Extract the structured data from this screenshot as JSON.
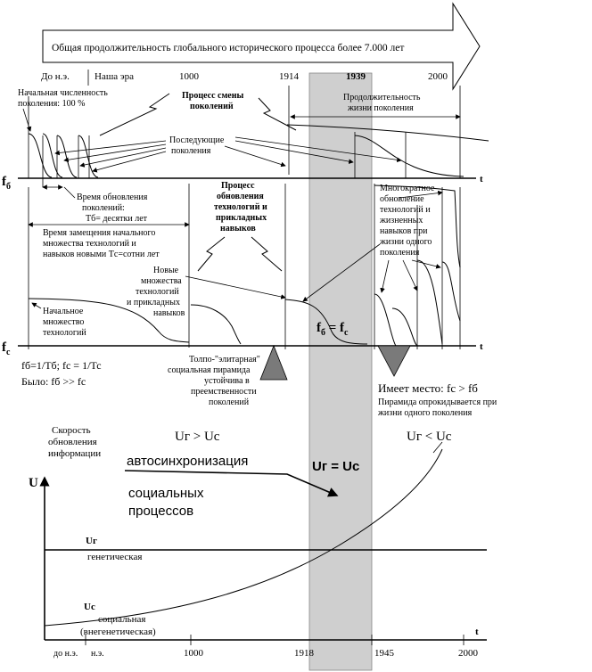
{
  "banner": {
    "text": "Общая продолжительность глобального исторического процесса более 7.000 лет",
    "era_bc": "До н.э.",
    "era_ad": "Наша эра",
    "years": [
      "1000",
      "1914",
      "1939",
      "2000"
    ]
  },
  "top": {
    "initial_count": [
      "Начальная численность",
      "поколения: 100 %"
    ],
    "process_gen": [
      "Процесс смены",
      "поколений"
    ],
    "duration": [
      "Продолжительность",
      "жизни поколения"
    ],
    "following": [
      "Последующие",
      "поколения"
    ],
    "f_b": "f",
    "f_b_sub": "б",
    "t_label": "t",
    "renewal_time": [
      "Время обновления",
      "поколений:",
      "Tб= десятки лет"
    ]
  },
  "middle": {
    "process_tech": [
      "Процесс",
      "обновления",
      "технологий и",
      "прикладных",
      "навыков"
    ],
    "multiple": [
      "Многократное",
      "обновление",
      "технологий и",
      "жизненных",
      "навыков при",
      "жизни одного",
      "поколения"
    ],
    "replace_time": [
      "Время замещения начального",
      "множества технологий и",
      "навыков новыми Tс=сотни лет"
    ],
    "new_sets": [
      "Новые",
      "множества",
      "технологий",
      "и прикладных",
      "навыков"
    ],
    "initial_set": [
      "Начальное",
      "множество",
      "технологий"
    ],
    "f_c": "f",
    "f_c_sub": "с",
    "equality": "f",
    "equality_sub_b": "б",
    "equality_eq": " = f",
    "equality_sub_c": "с",
    "t_label": "t"
  },
  "formulas": {
    "line1": "fб=1/Тб; fс = 1/Тс",
    "line2": "Было: fб >> fс"
  },
  "pyramid_left": [
    "Толпо-\"элитарная\"",
    "социальная пирамида",
    "устойчива в",
    "преемственности",
    "поколений"
  ],
  "pyramid_right": {
    "title": "Имеет место: fс > fб",
    "text": [
      "Пирамида опрокидывается при",
      "жизни одного поколения"
    ]
  },
  "bottom": {
    "y_title": [
      "Скорость",
      "обновления",
      "информации"
    ],
    "y_axis": "U",
    "x_axis": "t",
    "ug_gt_uc": "Uг > Uс",
    "ug_lt_uc": "Uг < Uс",
    "ug_eq_uc": "Uг = Uс",
    "auto_sync": "автосинхронизация",
    "social": "социальных",
    "processes": "процессов",
    "ug_label": "Uг",
    "ug_desc": "генетическая",
    "uc_label": "Uс",
    "uc_desc": [
      "социальная",
      "(внегенетическая)"
    ],
    "ticks": [
      "до н.э.",
      "н.э.",
      "1000",
      "1918",
      "1945",
      "2000"
    ]
  },
  "colors": {
    "band": "#cfcfcf",
    "pyramid": "#7a7a7a"
  }
}
